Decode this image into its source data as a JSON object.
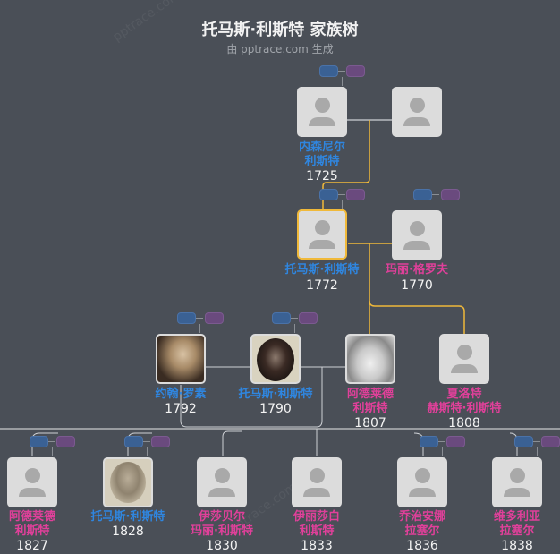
{
  "header": {
    "title": "托马斯·利斯特 家族树",
    "subtitle": "由 pptrace.com 生成",
    "watermark": "pptrace.com"
  },
  "colors": {
    "background": "#4a4f57",
    "male_name": "#2f86e0",
    "female_name": "#e0409a",
    "selected_border": "#f0b93a",
    "line_highlight": "#f0b93a",
    "line_normal": "#cfd2d6"
  },
  "tree": {
    "generation1": [
      {
        "id": "p1",
        "name_lines": [
          "内森尼尔",
          "利斯特"
        ],
        "year": "1725",
        "gender": "male",
        "photo": false
      },
      {
        "id": "p2",
        "name_lines": [],
        "year": "",
        "gender": "female",
        "photo": false
      }
    ],
    "generation2": [
      {
        "id": "p3",
        "name_lines": [
          "托马斯·利斯特"
        ],
        "year": "1772",
        "gender": "male",
        "photo": false,
        "selected": true
      },
      {
        "id": "p4",
        "name_lines": [
          "玛丽·格罗夫"
        ],
        "year": "1770",
        "gender": "female",
        "photo": false
      }
    ],
    "generation3": [
      {
        "id": "p5",
        "name_lines": [
          "约翰·罗素"
        ],
        "year": "1792",
        "gender": "male",
        "photo": true
      },
      {
        "id": "p6",
        "name_lines": [
          "托马斯·利斯特"
        ],
        "year": "1790",
        "gender": "male",
        "photo": true
      },
      {
        "id": "p7",
        "name_lines": [
          "阿德莱德",
          "利斯特"
        ],
        "year": "1807",
        "gender": "female",
        "photo": true
      },
      {
        "id": "p8",
        "name_lines": [
          "夏洛特",
          "赫斯特·利斯特"
        ],
        "year": "1808",
        "gender": "female",
        "photo": false
      }
    ],
    "generation4": [
      {
        "id": "p9",
        "name_lines": [
          "阿德莱德",
          "利斯特"
        ],
        "year": "1827",
        "gender": "female",
        "photo": false
      },
      {
        "id": "p10",
        "name_lines": [
          "托马斯·利斯特"
        ],
        "year": "1828",
        "gender": "male",
        "photo": true
      },
      {
        "id": "p11",
        "name_lines": [
          "伊莎贝尔",
          "玛丽·利斯特"
        ],
        "year": "1830",
        "gender": "female",
        "photo": false
      },
      {
        "id": "p12",
        "name_lines": [
          "伊丽莎白",
          "利斯特"
        ],
        "year": "1833",
        "gender": "female",
        "photo": false
      },
      {
        "id": "p13",
        "name_lines": [
          "乔治安娜",
          "拉塞尔"
        ],
        "year": "1836",
        "gender": "female",
        "photo": false
      },
      {
        "id": "p14",
        "name_lines": [
          "维多利亚",
          "拉塞尔"
        ],
        "year": "1838",
        "gender": "female",
        "photo": false
      }
    ]
  },
  "labels": {
    "p1_l1": "内森尼尔",
    "p1_l2": "利斯特",
    "p1_y": "1725",
    "p3_l1": "托马斯·利斯特",
    "p3_y": "1772",
    "p4_l1": "玛丽·格罗夫",
    "p4_y": "1770",
    "p5_l1": "约翰·罗素",
    "p5_y": "1792",
    "p6_l1": "托马斯·利斯特",
    "p6_y": "1790",
    "p7_l1": "阿德莱德",
    "p7_l2": "利斯特",
    "p7_y": "1807",
    "p8_l1": "夏洛特",
    "p8_l2": "赫斯特·利斯特",
    "p8_y": "1808",
    "p9_l1": "阿德莱德",
    "p9_l2": "利斯特",
    "p9_y": "1827",
    "p10_l1": "托马斯·利斯特",
    "p10_y": "1828",
    "p11_l1": "伊莎贝尔",
    "p11_l2": "玛丽·利斯特",
    "p11_y": "1830",
    "p12_l1": "伊丽莎白",
    "p12_l2": "利斯特",
    "p12_y": "1833",
    "p13_l1": "乔治安娜",
    "p13_l2": "拉塞尔",
    "p13_y": "1836",
    "p14_l1": "维多利亚",
    "p14_l2": "拉塞尔",
    "p14_y": "1838"
  }
}
